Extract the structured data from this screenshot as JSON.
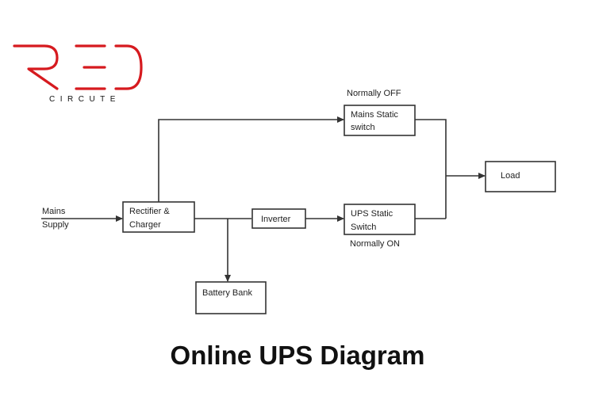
{
  "logo": {
    "name": "RED",
    "tagline": "CIRCUTE",
    "color": "#d61a1f"
  },
  "nodes": {
    "mains_supply": [
      "Mains",
      "Supply"
    ],
    "rectifier": [
      "Rectifier &",
      "Charger"
    ],
    "inverter": [
      "Inverter"
    ],
    "battery": [
      "Battery Bank"
    ],
    "mains_static_switch": [
      "Mains Static",
      "switch"
    ],
    "ups_static_switch": [
      "UPS Static",
      "Switch"
    ],
    "load": [
      "Load"
    ]
  },
  "annotations": {
    "normally_off": "Normally OFF",
    "normally_on": "Normally ON"
  },
  "title": "Online UPS Diagram"
}
